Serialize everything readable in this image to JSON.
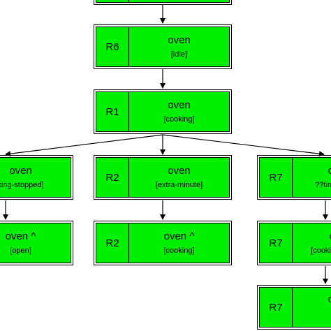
{
  "nodes": {
    "top": {
      "rule": "",
      "name": "",
      "state": ""
    },
    "r6": {
      "rule": "R6",
      "name": "oven",
      "state": "[idle]"
    },
    "r1": {
      "rule": "R1",
      "name": "oven",
      "state": "[cooking]"
    },
    "left1": {
      "rule": "",
      "name": "oven",
      "state": "king-stopped]"
    },
    "left2": {
      "rule": "",
      "name": "oven ^",
      "state": "[open]"
    },
    "r2a": {
      "rule": "R2",
      "name": "oven",
      "state": "[extra-minute]"
    },
    "r2b": {
      "rule": "R2",
      "name": "oven ^",
      "state": "[cooking]"
    },
    "r7a": {
      "rule": "R7",
      "name": "o",
      "state": "??tim"
    },
    "r7b": {
      "rule": "R7",
      "name": "o",
      "state": "[cookin"
    },
    "r7c": {
      "rule": "R7",
      "name": "o",
      "state": ""
    }
  },
  "colors": {
    "node_fill": "#00f000",
    "stroke": "#000000"
  }
}
